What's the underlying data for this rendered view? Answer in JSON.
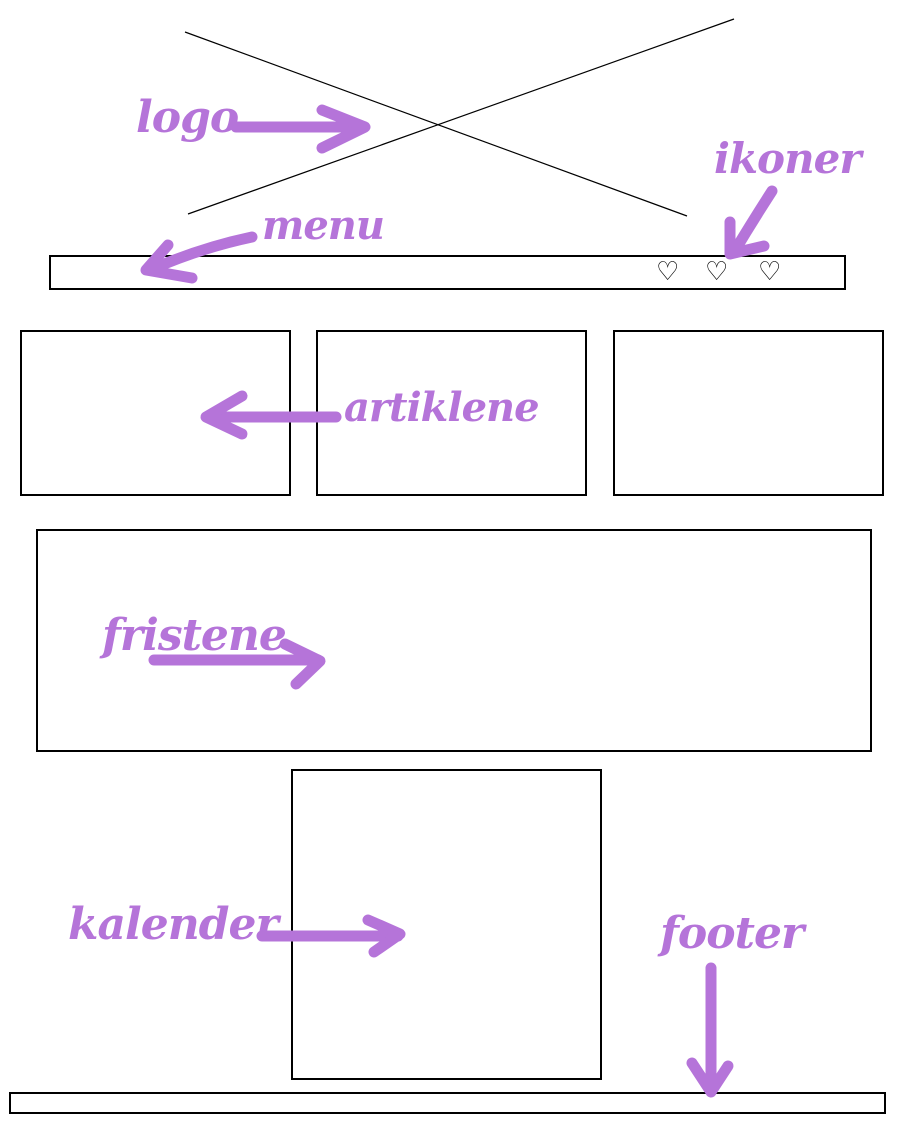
{
  "labels": {
    "logo": "logo",
    "menu": "menu",
    "ikoner": "ikoner",
    "artiklene": "artiklene",
    "fristene": "fristene",
    "kalender": "kalender",
    "footer": "footer"
  },
  "icons": [
    "heart-icon",
    "heart-icon",
    "heart-icon"
  ],
  "heart_glyph": "♡",
  "colors": {
    "annotation": "#b574d9",
    "outline": "#000000"
  }
}
